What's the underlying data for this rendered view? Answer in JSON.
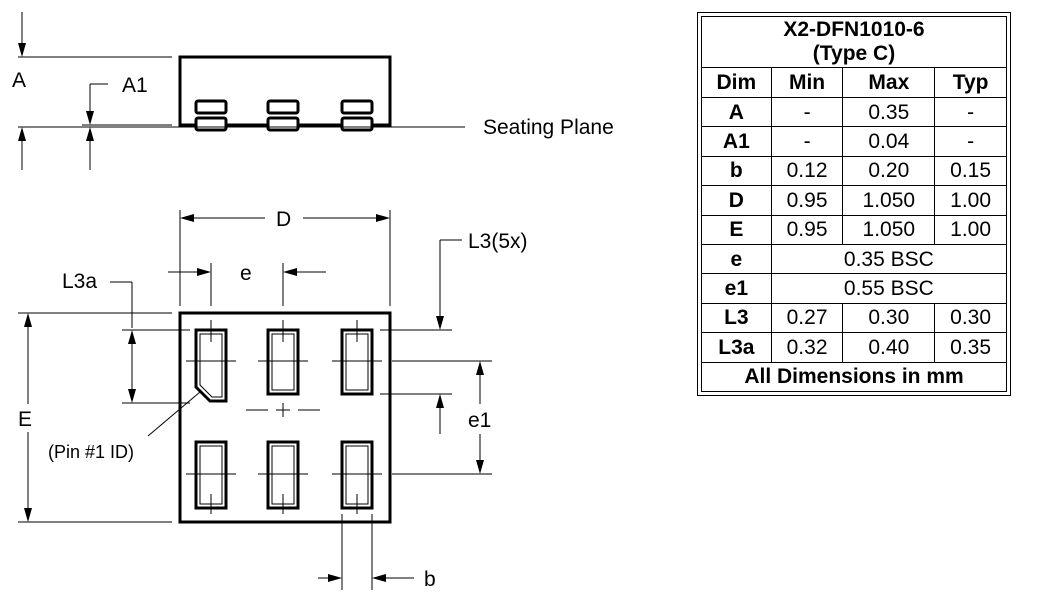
{
  "side_view": {
    "label_A": "A",
    "label_A1": "A1",
    "label_seating": "Seating Plane"
  },
  "top_view": {
    "label_D": "D",
    "label_E": "E",
    "label_e": "e",
    "label_e1": "e1",
    "label_b": "b",
    "label_L3": "L3(5x)",
    "label_L3a": "L3a",
    "label_pin1": "(Pin #1 ID)"
  },
  "table": {
    "title_line1": "X2-DFN1010-6",
    "title_line2": "(Type C)",
    "headers": [
      "Dim",
      "Min",
      "Max",
      "Typ"
    ],
    "rows": [
      {
        "dim": "A",
        "min": "-",
        "max": "0.35",
        "typ": "-"
      },
      {
        "dim": "A1",
        "min": "-",
        "max": "0.04",
        "typ": "-"
      },
      {
        "dim": "b",
        "min": "0.12",
        "max": "0.20",
        "typ": "0.15"
      },
      {
        "dim": "D",
        "min": "0.95",
        "max": "1.050",
        "typ": "1.00"
      },
      {
        "dim": "E",
        "min": "0.95",
        "max": "1.050",
        "typ": "1.00"
      },
      {
        "dim": "e",
        "span": "0.35 BSC"
      },
      {
        "dim": "e1",
        "span": "0.55 BSC"
      },
      {
        "dim": "L3",
        "min": "0.27",
        "max": "0.30",
        "typ": "0.30"
      },
      {
        "dim": "L3a",
        "min": "0.32",
        "max": "0.40",
        "typ": "0.35"
      }
    ],
    "footer": "All Dimensions in mm"
  }
}
